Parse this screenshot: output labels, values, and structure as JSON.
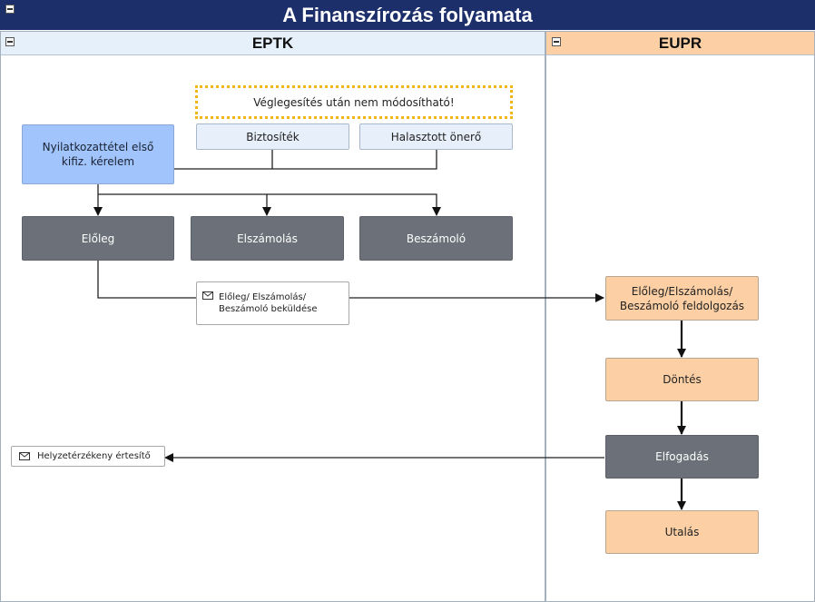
{
  "title": "A Finanszírozás folyamata",
  "lanes": {
    "left": "EPTK",
    "right": "EUPR"
  },
  "nodes": {
    "note": "Véglegesítés után nem módosítható!",
    "biztositek": "Biztosíték",
    "halasztott": "Halasztott önerő",
    "nyilatkozat": "Nyilatkozattétel első kifiz. kérelem",
    "eloleg": "Előleg",
    "elszamolas": "Elszámolás",
    "beszamolo": "Beszámoló",
    "msg_bekuldes": "Előleg/ Elszámolás/ Beszámoló beküldése",
    "feldolgozas": "Előleg/Elszámolás/ Beszámoló feldolgozás",
    "dontes": "Döntés",
    "elfogadas": "Elfogadás",
    "utalas": "Utalás",
    "msg_ertesito": "Helyzetérzékeny értesítő"
  },
  "colors": {
    "title_bg": "#1c2f6b",
    "eptk_header": "#e6f0fb",
    "eupr_header": "#fcd0a4",
    "process_gray": "#6b7079",
    "process_peach": "#fcd0a4",
    "start_blue": "#a0c4fb",
    "note_border": "#f2b617"
  },
  "icons": {
    "message": "envelope-icon",
    "collapse": "minus-square-icon"
  }
}
